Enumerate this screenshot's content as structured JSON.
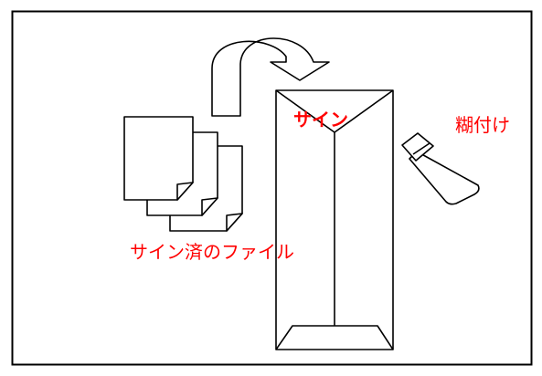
{
  "labels": {
    "sign": "サイン",
    "glue": "糊付け",
    "signed_files": "サイン済のファイル"
  },
  "icons": {
    "arrow": "curved-u-turn-arrow",
    "documents": "stacked-documents",
    "envelope": "long-envelope",
    "glue": "glue-stick"
  },
  "colors": {
    "label": "#ff0000",
    "outline": "#000000",
    "background": "#ffffff"
  }
}
